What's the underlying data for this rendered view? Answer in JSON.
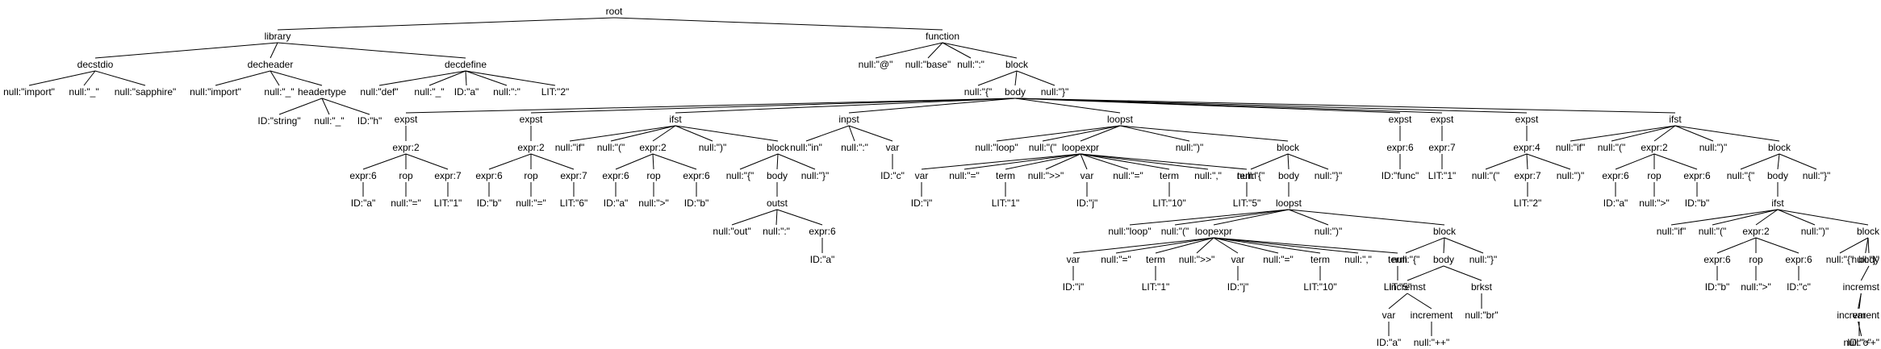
{
  "tree": {
    "root": "root",
    "labels": {
      "root": "root",
      "lib": "library",
      "fn": "function",
      "dstd": "decstdio",
      "dstd1": "null:\"import\"",
      "dstd2": "null:\"_\"",
      "dstd3": "null:\"sapphire\"",
      "dh": "decheader",
      "dh1": "null:\"import\"",
      "dh2": "null:\"_\"",
      "ht": "headertype",
      "ht1": "ID:\"string\"",
      "ht2": "null:\"_\"",
      "ht3": "ID:\"h\"",
      "dd": "decdefine",
      "dd1": "null:\"def\"",
      "dd2": "null:\"_\"",
      "dd3": "ID:\"a\"",
      "dd4": "null:\":\"",
      "dd5": "LIT:\"2\"",
      "f1": "null:\"@\"",
      "f2": "null:\"base\"",
      "f3": "null:\":\"",
      "fb": "block",
      "fb1": "null:\"{\"",
      "body": "body",
      "fb3": "null:\"}\"",
      "e1": "expst",
      "e1x": "expr:2",
      "e1a": "expr:6",
      "e1aa": "ID:\"a\"",
      "e1b": "rop",
      "e1bb": "null:\"=\"",
      "e1c": "expr:7",
      "e1cc": "LIT:\"1\"",
      "e2": "expst",
      "e2x": "expr:2",
      "e2a": "expr:6",
      "e2aa": "ID:\"b\"",
      "e2b": "rop",
      "e2bb": "null:\"=\"",
      "e2c": "expr:7",
      "e2cc": "LIT:\"6\"",
      "if1": "ifst",
      "if1a": "null:\"if\"",
      "if1b": "null:\"(\"",
      "if1x": "expr:2",
      "if1xa": "expr:6",
      "if1xaa": "ID:\"a\"",
      "if1xb": "rop",
      "if1xbb": "null:\">\"",
      "if1xc": "expr:6",
      "if1xcc": "ID:\"b\"",
      "if1c": "null:\")\"",
      "if1bl": "block",
      "if1bl1": "null:\"{\"",
      "if1bd": "body",
      "if1bl3": "null:\"}\"",
      "out": "outst",
      "out1": "null:\"out\"",
      "out2": "null:\":\"",
      "out3": "expr:6",
      "out3a": "ID:\"a\"",
      "in": "inpst",
      "in1": "null:\"in\"",
      "in2": "null:\":\"",
      "in3": "var",
      "in3a": "ID:\"c\"",
      "lp1": "loopst",
      "lp1a": "null:\"loop\"",
      "lp1b": "null:\"(\"",
      "le1": "loopexpr",
      "le1a": "var",
      "le1aa": "ID:\"i\"",
      "le1b": "null:\"=\"",
      "le1c": "term",
      "le1cc": "LIT:\"1\"",
      "le1d": "null:\">>\"",
      "le1e": "var",
      "le1ee": "ID:\"j\"",
      "le1f": "null:\"=\"",
      "le1g": "term",
      "le1gg": "LIT:\"10\"",
      "le1h": "null:\",\"",
      "le1i": "term",
      "le1ii": "LIT:\"5\"",
      "lp1c": "null:\")\"",
      "lp1bl": "block",
      "lp1bl1": "null:\"{\"",
      "lp1bd": "body",
      "lp1bl3": "null:\"}\"",
      "lp2": "loopst",
      "lp2a": "null:\"loop\"",
      "lp2b": "null:\"(\"",
      "le2": "loopexpr",
      "le2a": "var",
      "le2aa": "ID:\"i\"",
      "le2b": "null:\"=\"",
      "le2c": "term",
      "le2cc": "LIT:\"1\"",
      "le2d": "null:\">>\"",
      "le2e": "var",
      "le2ee": "ID:\"j\"",
      "le2f": "null:\"=\"",
      "le2g": "term",
      "le2gg": "LIT:\"10\"",
      "le2h": "null:\",\"",
      "le2i": "term",
      "le2ii": "LIT:\"5\"",
      "lp2c": "null:\")\"",
      "lp2bl": "block",
      "lp2bl1": "null:\"{\"",
      "lp2bd": "body",
      "lp2bl3": "null:\"}\"",
      "inc1": "incremst",
      "inc1v": "var",
      "inc1va": "ID:\"a\"",
      "inc1i": "increment",
      "inc1ia": "null:\"++\"",
      "brk": "brkst",
      "brk1": "null:\"br\"",
      "e3": "expst",
      "e3a": "expr:6",
      "e3aa": "ID:\"func\"",
      "e4": "expst",
      "e4a": "expr:7",
      "e4aa": "LIT:\"1\"",
      "e5": "expst",
      "e5a": "expr:4",
      "e5a1": "null:\"(\"",
      "e5a2": "expr:7",
      "e5a2a": "LIT:\"2\"",
      "e5a3": "null:\")\"",
      "if2": "ifst",
      "if2a": "null:\"if\"",
      "if2b": "null:\"(\"",
      "if2x": "expr:2",
      "if2xa": "expr:6",
      "if2xaa": "ID:\"a\"",
      "if2xb": "rop",
      "if2xbb": "null:\">\"",
      "if2xc": "expr:6",
      "if2xcc": "ID:\"b\"",
      "if2c": "null:\")\"",
      "if2bl": "block",
      "if2bl1": "null:\"{\"",
      "if2bd": "body",
      "if2bl3": "null:\"}\"",
      "if3": "ifst",
      "if3a": "null:\"if\"",
      "if3b": "null:\"(\"",
      "if3x": "expr:2",
      "if3xa": "expr:6",
      "if3xaa": "ID:\"b\"",
      "if3xb": "rop",
      "if3xbb": "null:\">\"",
      "if3xc": "expr:6",
      "if3xcc": "ID:\"c\"",
      "if3c": "null:\")\"",
      "if3bl": "block",
      "if3bl1": "null:\"{\"",
      "if3bd": "body",
      "if3bl3": "null:\"}\"",
      "inc2": "incremst",
      "inc2v": "var",
      "inc2va": "ID:\"c\"",
      "inc2i": "increment",
      "inc2ia": "null:\"++\""
    },
    "children": {
      "root": [
        "lib",
        "fn"
      ],
      "lib": [
        "dstd",
        "dh",
        "dd"
      ],
      "dstd": [
        "dstd1",
        "dstd2",
        "dstd3"
      ],
      "dh": [
        "dh1",
        "dh2",
        "ht"
      ],
      "ht": [
        "ht1",
        "ht2",
        "ht3"
      ],
      "dd": [
        "dd1",
        "dd2",
        "dd3",
        "dd4",
        "dd5"
      ],
      "fn": [
        "f1",
        "f2",
        "f3",
        "fb"
      ],
      "fb": [
        "fb1",
        "body",
        "fb3"
      ],
      "body": [
        "e1",
        "e2",
        "if1",
        "in",
        "lp1",
        "e3",
        "e4",
        "e5",
        "if2"
      ],
      "e1": [
        "e1x"
      ],
      "e1x": [
        "e1a",
        "e1b",
        "e1c"
      ],
      "e1a": [
        "e1aa"
      ],
      "e1b": [
        "e1bb"
      ],
      "e1c": [
        "e1cc"
      ],
      "e2": [
        "e2x"
      ],
      "e2x": [
        "e2a",
        "e2b",
        "e2c"
      ],
      "e2a": [
        "e2aa"
      ],
      "e2b": [
        "e2bb"
      ],
      "e2c": [
        "e2cc"
      ],
      "if1": [
        "if1a",
        "if1b",
        "if1x",
        "if1c",
        "if1bl"
      ],
      "if1x": [
        "if1xa",
        "if1xb",
        "if1xc"
      ],
      "if1xa": [
        "if1xaa"
      ],
      "if1xb": [
        "if1xbb"
      ],
      "if1xc": [
        "if1xcc"
      ],
      "if1bl": [
        "if1bl1",
        "if1bd",
        "if1bl3"
      ],
      "if1bd": [
        "out"
      ],
      "out": [
        "out1",
        "out2",
        "out3"
      ],
      "out3": [
        "out3a"
      ],
      "in": [
        "in1",
        "in2",
        "in3"
      ],
      "in3": [
        "in3a"
      ],
      "lp1": [
        "lp1a",
        "lp1b",
        "le1",
        "lp1c",
        "lp1bl"
      ],
      "le1": [
        "le1a",
        "le1b",
        "le1c",
        "le1d",
        "le1e",
        "le1f",
        "le1g",
        "le1h",
        "le1i"
      ],
      "le1a": [
        "le1aa"
      ],
      "le1c": [
        "le1cc"
      ],
      "le1e": [
        "le1ee"
      ],
      "le1g": [
        "le1gg"
      ],
      "le1i": [
        "le1ii"
      ],
      "lp1bl": [
        "lp1bl1",
        "lp1bd",
        "lp1bl3"
      ],
      "lp1bd": [
        "lp2"
      ],
      "lp2": [
        "lp2a",
        "lp2b",
        "le2",
        "lp2c",
        "lp2bl"
      ],
      "le2": [
        "le2a",
        "le2b",
        "le2c",
        "le2d",
        "le2e",
        "le2f",
        "le2g",
        "le2h",
        "le2i"
      ],
      "le2a": [
        "le2aa"
      ],
      "le2c": [
        "le2cc"
      ],
      "le2e": [
        "le2ee"
      ],
      "le2g": [
        "le2gg"
      ],
      "le2i": [
        "le2ii"
      ],
      "lp2bl": [
        "lp2bl1",
        "lp2bd",
        "lp2bl3"
      ],
      "lp2bd": [
        "inc1",
        "brk"
      ],
      "inc1": [
        "inc1v",
        "inc1i"
      ],
      "inc1v": [
        "inc1va"
      ],
      "inc1i": [
        "inc1ia"
      ],
      "brk": [
        "brk1"
      ],
      "e3": [
        "e3a"
      ],
      "e3a": [
        "e3aa"
      ],
      "e4": [
        "e4a"
      ],
      "e4a": [
        "e4aa"
      ],
      "e5": [
        "e5a"
      ],
      "e5a": [
        "e5a1",
        "e5a2",
        "e5a3"
      ],
      "e5a2": [
        "e5a2a"
      ],
      "if2": [
        "if2a",
        "if2b",
        "if2x",
        "if2c",
        "if2bl"
      ],
      "if2x": [
        "if2xa",
        "if2xb",
        "if2xc"
      ],
      "if2xa": [
        "if2xaa"
      ],
      "if2xb": [
        "if2xbb"
      ],
      "if2xc": [
        "if2xcc"
      ],
      "if2bl": [
        "if2bl1",
        "if2bd",
        "if2bl3"
      ],
      "if2bd": [
        "if3"
      ],
      "if3": [
        "if3a",
        "if3b",
        "if3x",
        "if3c",
        "if3bl"
      ],
      "if3x": [
        "if3xa",
        "if3xb",
        "if3xc"
      ],
      "if3xa": [
        "if3xaa"
      ],
      "if3xb": [
        "if3xbb"
      ],
      "if3xc": [
        "if3xcc"
      ],
      "if3bl": [
        "if3bl1",
        "if3bd",
        "if3bl3"
      ],
      "if3bd": [
        "inc2"
      ],
      "inc2": [
        "inc2v",
        "inc2i"
      ],
      "inc2v": [
        "inc2va"
      ],
      "inc2i": [
        "inc2ia"
      ]
    }
  }
}
